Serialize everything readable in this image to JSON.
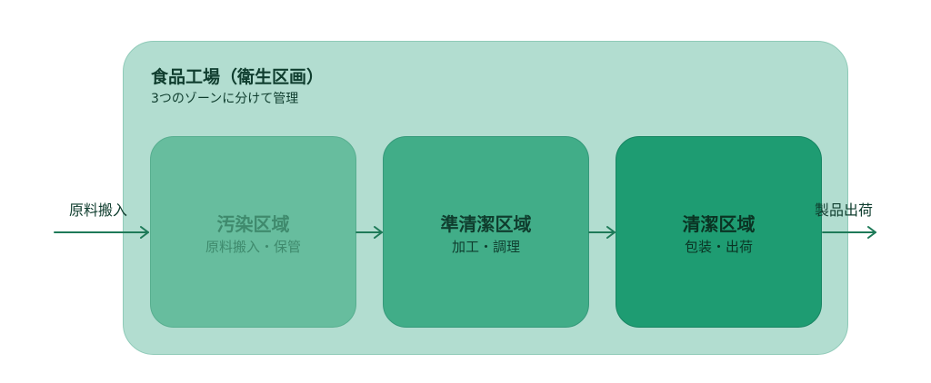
{
  "factory": {
    "title": "食品工場（衛生区画）",
    "subtitle": "3つのゾーンに分けて管理"
  },
  "zones": [
    {
      "name": "汚染区域",
      "desc": "原料搬入・保管"
    },
    {
      "name": "準清潔区域",
      "desc": "加工・調理"
    },
    {
      "name": "清潔区域",
      "desc": "包装・出荷"
    }
  ],
  "flow": {
    "input_label": "原料搬入",
    "output_label": "製品出荷"
  },
  "colors": {
    "factory_bg": "#b2ddd0",
    "zone_dirty": "#67bd9e",
    "zone_semi": "#41ad88",
    "zone_clean": "#1e9c72",
    "arrow": "#1e7a58"
  }
}
